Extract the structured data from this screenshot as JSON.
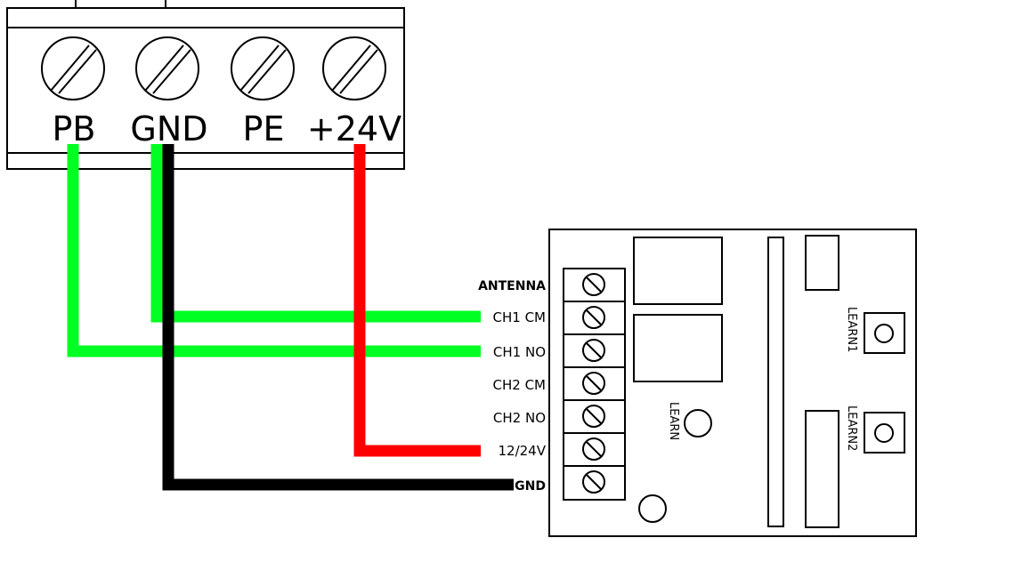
{
  "terminal_block": {
    "labels": [
      "PB",
      "GND",
      "PE",
      "+24V"
    ]
  },
  "receiver": {
    "terminals": [
      "ANTENNA",
      "CH1 CM",
      "CH1 NO",
      "CH2 CM",
      "CH2 NO",
      "12/24V",
      "GND"
    ],
    "learn_label": "LEARN",
    "learn1_label": "LEARN1",
    "learn2_label": "LEARN2"
  },
  "wires": [
    {
      "from": "GND",
      "to": "CH1 CM",
      "color": "#00ff22"
    },
    {
      "from": "PB",
      "to": "CH1 NO",
      "color": "#00ff22"
    },
    {
      "from": "+24V",
      "to": "12/24V",
      "color": "#ff0000"
    },
    {
      "from": "GND",
      "to": "GND",
      "color": "#000000"
    }
  ]
}
